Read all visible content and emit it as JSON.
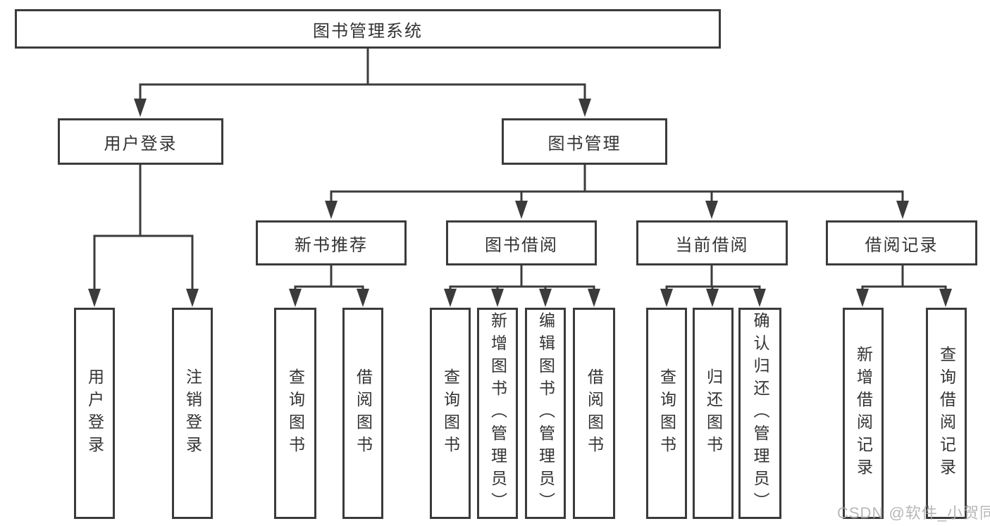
{
  "colors": {
    "line": "#3b3b3b",
    "box_border": "#3b3b3b",
    "box_fill": "#ffffff",
    "text": "#333333",
    "watermark": "#aaaaaa",
    "background": "#ffffff"
  },
  "watermark": "CSDN @软件_小贺同学",
  "tree": {
    "root": {
      "label": "图书管理系统",
      "children": [
        {
          "label": "用户登录",
          "children": [
            {
              "label": "用户登录"
            },
            {
              "label": "注销登录"
            }
          ]
        },
        {
          "label": "图书管理",
          "children": [
            {
              "label": "新书推荐",
              "children": [
                {
                  "label": "查询图书"
                },
                {
                  "label": "借阅图书"
                }
              ]
            },
            {
              "label": "图书借阅",
              "children": [
                {
                  "label": "查询图书"
                },
                {
                  "label": "新增图书（管理员）"
                },
                {
                  "label": "编辑图书（管理员）"
                },
                {
                  "label": "借阅图书"
                }
              ]
            },
            {
              "label": "当前借阅",
              "children": [
                {
                  "label": "查询图书"
                },
                {
                  "label": "归还图书"
                },
                {
                  "label": "确认归还（管理员）"
                }
              ]
            },
            {
              "label": "借阅记录",
              "children": [
                {
                  "label": "新增借阅记录"
                },
                {
                  "label": "查询借阅记录"
                }
              ]
            }
          ]
        }
      ]
    }
  }
}
